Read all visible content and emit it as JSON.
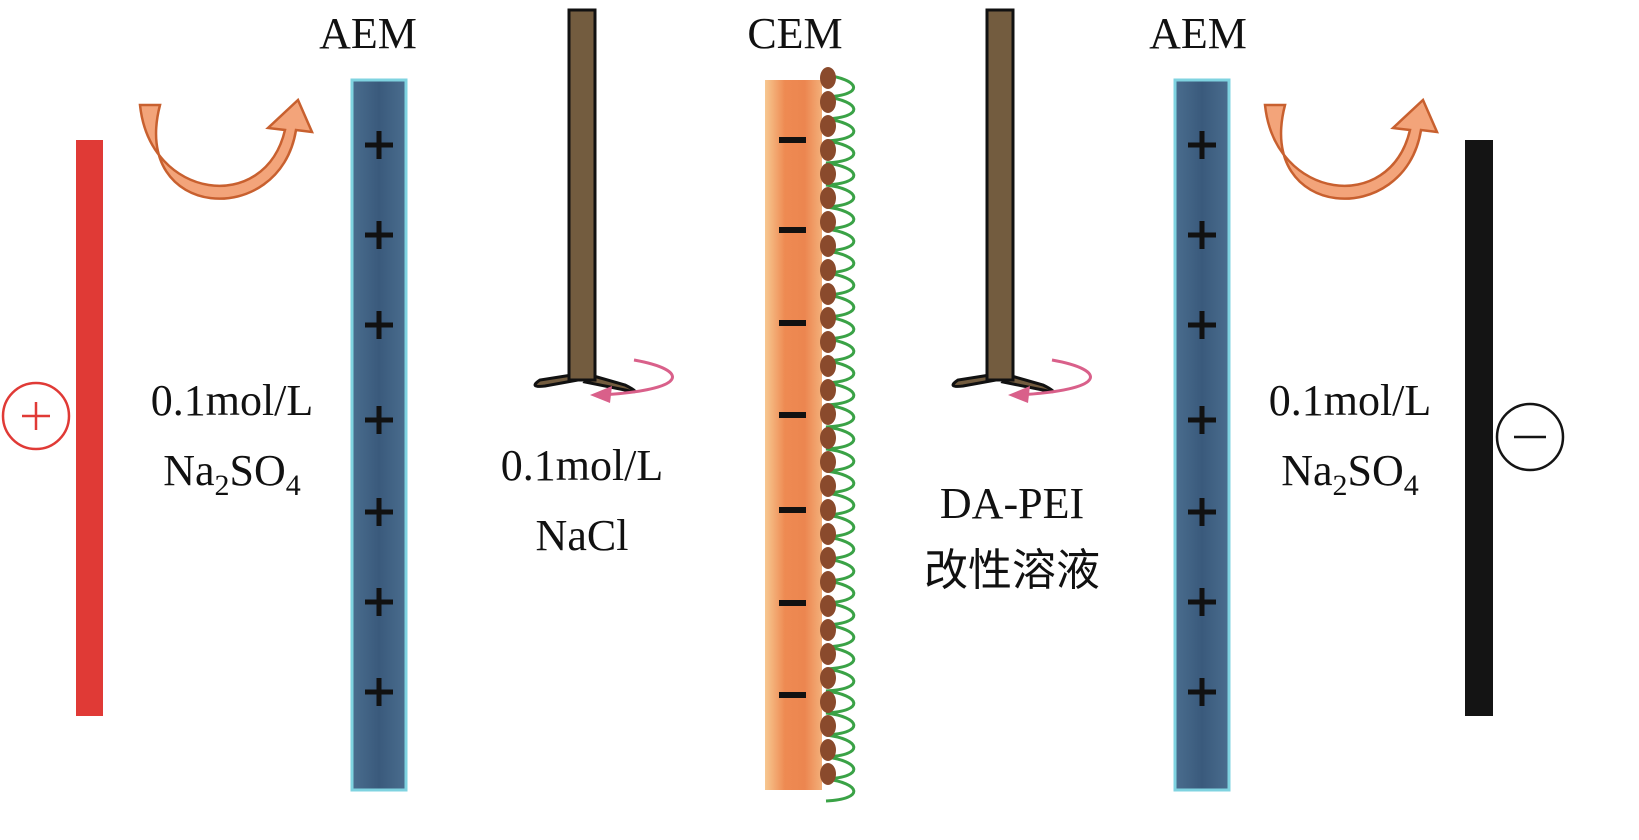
{
  "labels": {
    "aem_left": "AEM",
    "cem": "CEM",
    "aem_right": "AEM",
    "left_solution_line1": "0.1mol/L",
    "left_solution_line2_main": "Na",
    "left_solution_line2_sub1": "2",
    "left_solution_line2_mid": "SO",
    "left_solution_line2_sub2": "4",
    "center_solution_line1": "0.1mol/L",
    "center_solution_line2": "NaCl",
    "modifier_line1": "DA-PEI",
    "modifier_line2": "改性溶液",
    "right_solution_line1": "0.1mol/L",
    "right_solution_line2_main": "Na",
    "right_solution_line2_sub1": "2",
    "right_solution_line2_mid": "SO",
    "right_solution_line2_sub2": "4",
    "anode_symbol": "+",
    "cathode_symbol": "−"
  },
  "colors": {
    "anode": "#e03a36",
    "cathode": "#141414",
    "aem": "#3e5e80",
    "aem_border": "#7fd3e0",
    "cem": "#ec8a50",
    "stirrer": "#735c3f",
    "rotation_arrow": "#d9608a",
    "flow_arrow": "#f3a47a",
    "polymer": "#3aa246",
    "particle": "#8a4a2c"
  }
}
